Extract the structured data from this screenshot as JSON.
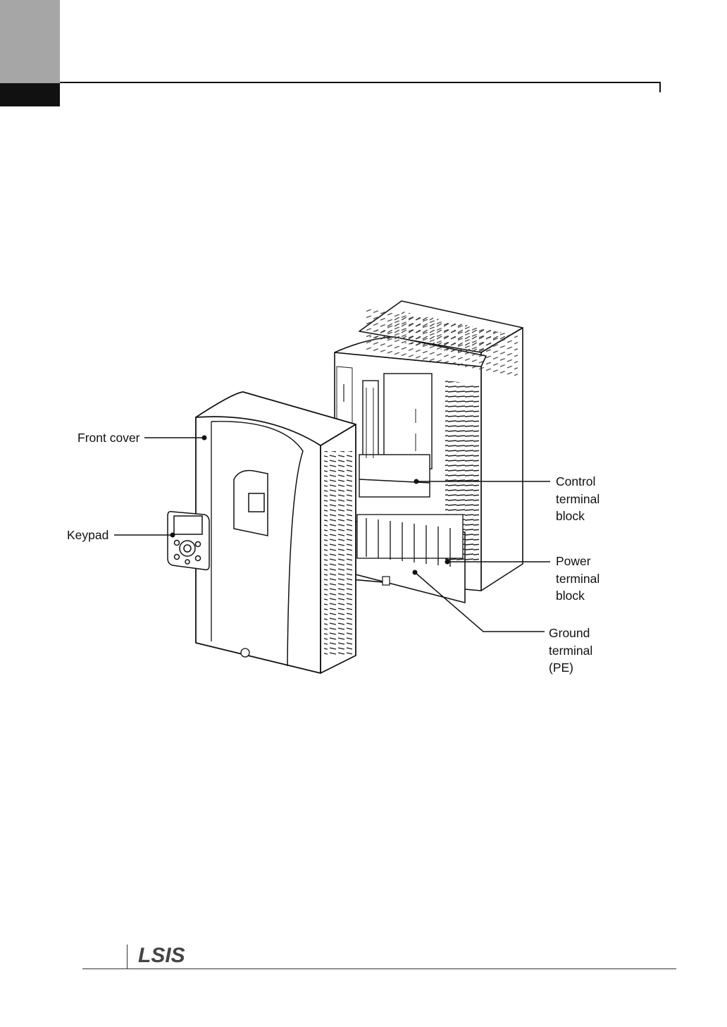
{
  "labels": {
    "front_cover": "Front cover",
    "keypad": "Keypad",
    "control_terminal_block": "Control\nterminal\nblock",
    "power_terminal_block": "Power\nterminal\nblock",
    "ground_terminal": "Ground\nterminal\n(PE)"
  },
  "footer": {
    "logo_text": "LSIS"
  },
  "colors": {
    "tab_gray": "#a6a6a6",
    "tab_black": "#111111",
    "line": "#111111"
  }
}
